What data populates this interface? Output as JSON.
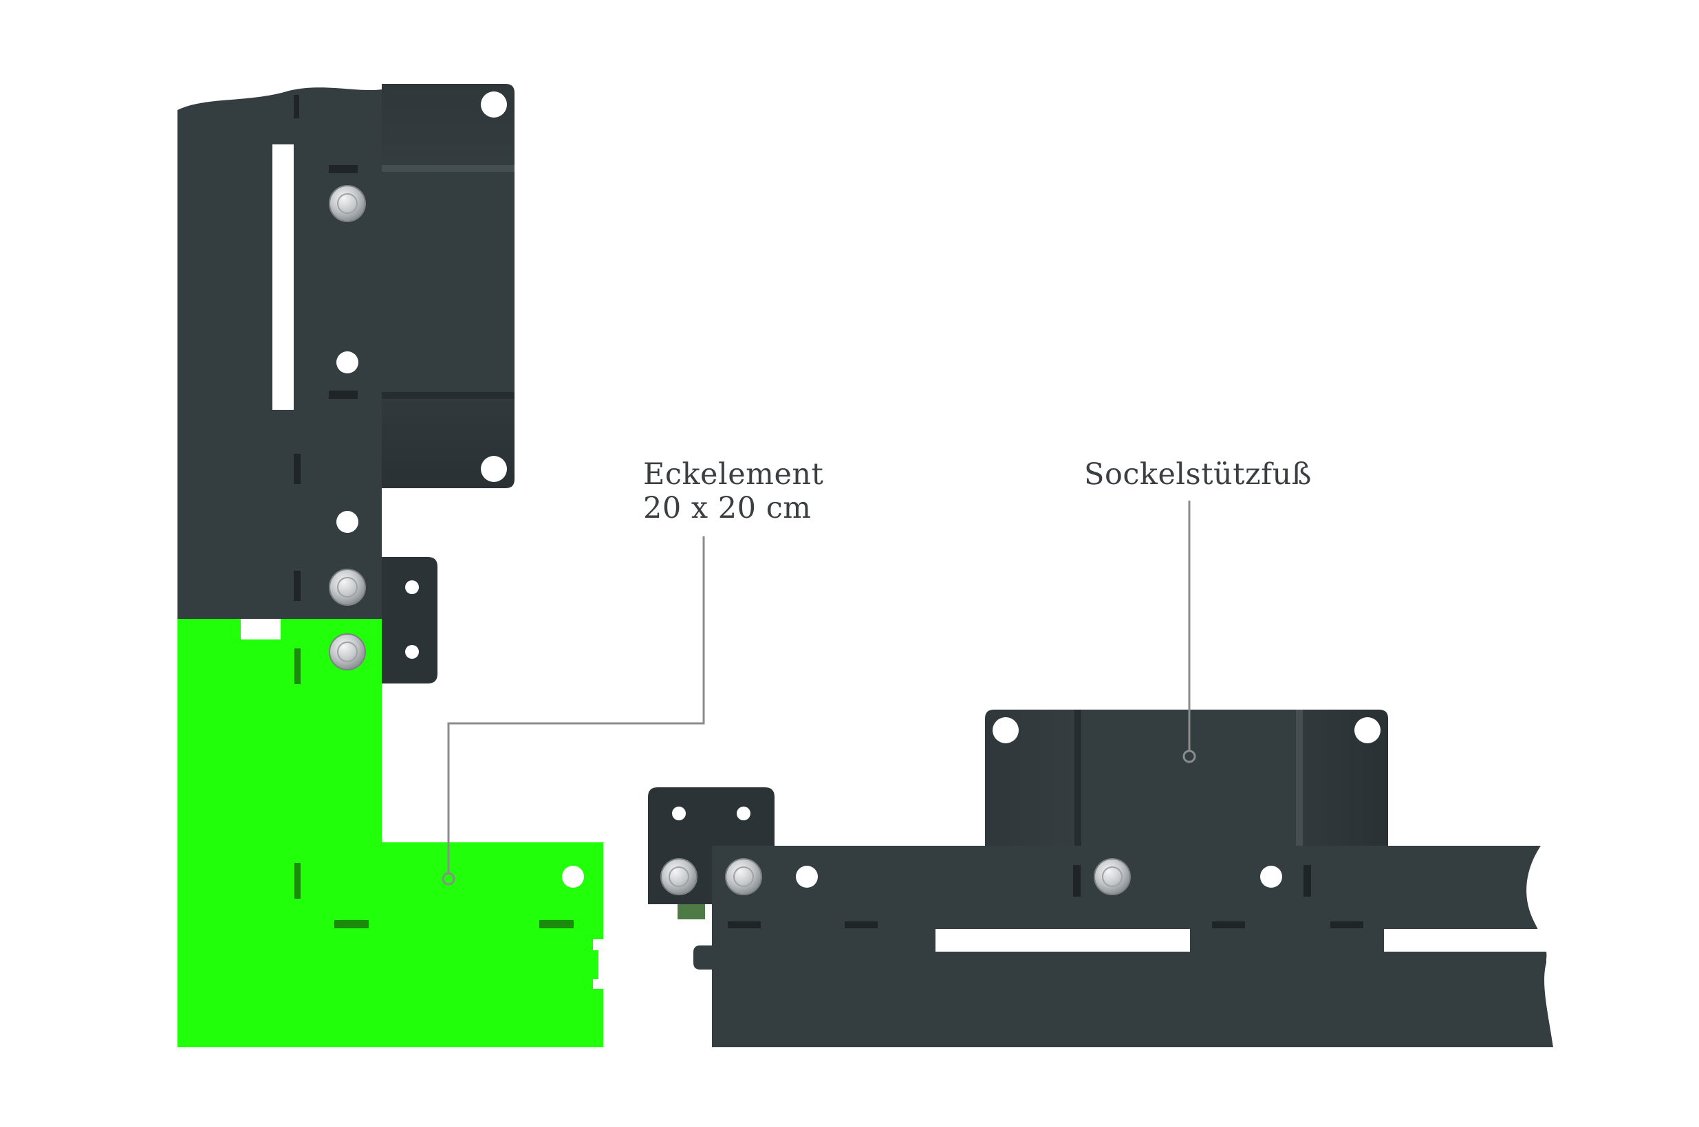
{
  "labels": {
    "corner_element_line1": "Eckelement",
    "corner_element_line2": "20 x 20 cm",
    "base_support_foot": "Sockelstützfuß"
  },
  "colors": {
    "steel": "#343d40",
    "highlight_green": "#22ff0a",
    "leader_line": "#8a8c8e",
    "text": "#3c3f41",
    "background": "#ffffff"
  }
}
